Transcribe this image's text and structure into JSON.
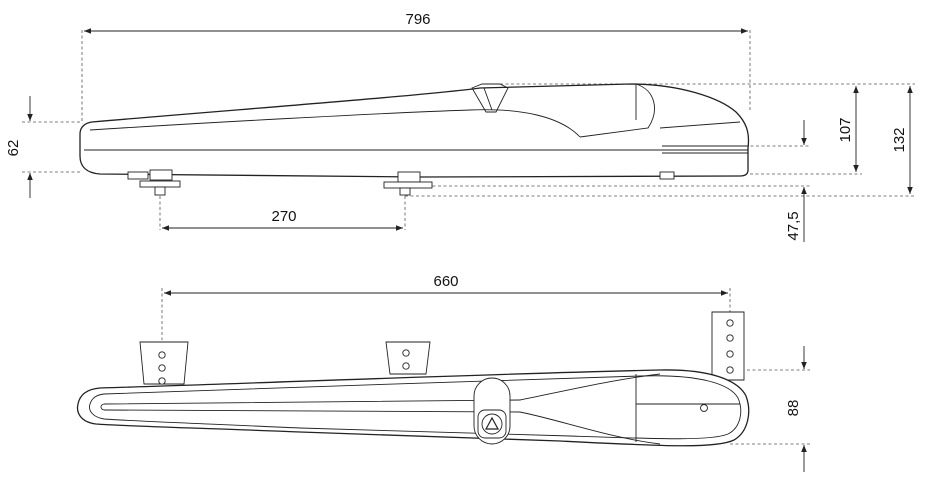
{
  "dimensions": {
    "overall_length": "796",
    "body_height": "62",
    "rear_height": "107",
    "total_height": "132",
    "bracket_offset": "47,5",
    "bracket_spacing": "270",
    "mount_span": "660",
    "depth": "88"
  }
}
